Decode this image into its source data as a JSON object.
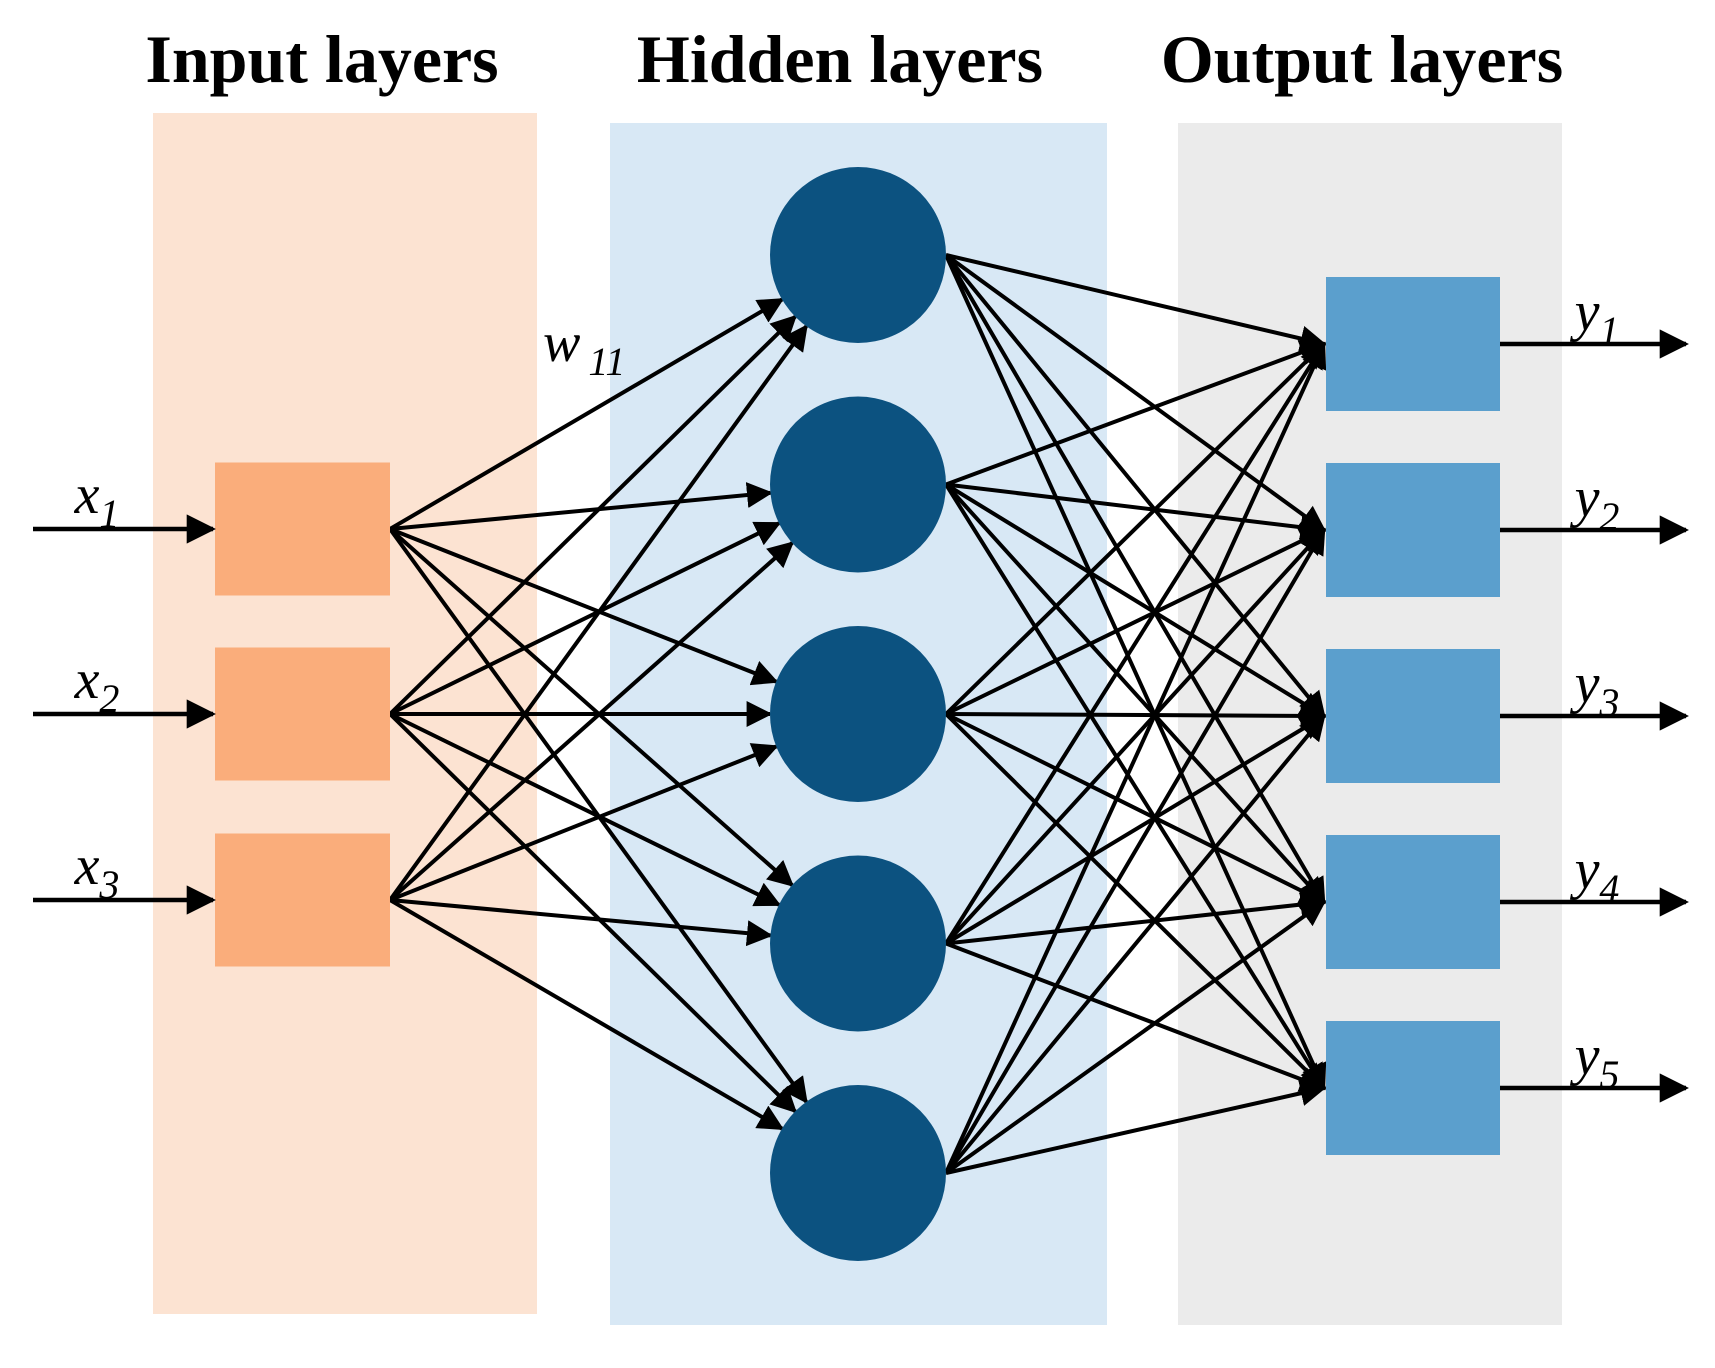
{
  "layers": {
    "input": {
      "title": "Input layers",
      "background_color": "#fce3d2",
      "node_color": "#faad7b",
      "node_count": 3,
      "node_shape": "rectangle",
      "node_labels": [
        {
          "base": "x",
          "sub": "1"
        },
        {
          "base": "x",
          "sub": "2"
        },
        {
          "base": "x",
          "sub": "3"
        }
      ]
    },
    "hidden": {
      "title": "Hidden layers",
      "background_color": "#d8e8f5",
      "node_color": "#0c5280",
      "node_count": 5,
      "node_shape": "circle"
    },
    "output": {
      "title": "Output layers",
      "background_color": "#ebebeb",
      "node_color": "#5b9fcd",
      "node_count": 5,
      "node_shape": "rectangle",
      "node_labels": [
        {
          "base": "y",
          "sub": "1"
        },
        {
          "base": "y",
          "sub": "2"
        },
        {
          "base": "y",
          "sub": "3"
        },
        {
          "base": "y",
          "sub": "4"
        },
        {
          "base": "y",
          "sub": "5"
        }
      ]
    }
  },
  "weight_label": {
    "base": "w",
    "sub": "11"
  },
  "connections": {
    "input_to_hidden": "fully-connected",
    "hidden_to_output": "fully-connected"
  },
  "edge_color": "#000000",
  "canvas_background": "#ffffff"
}
